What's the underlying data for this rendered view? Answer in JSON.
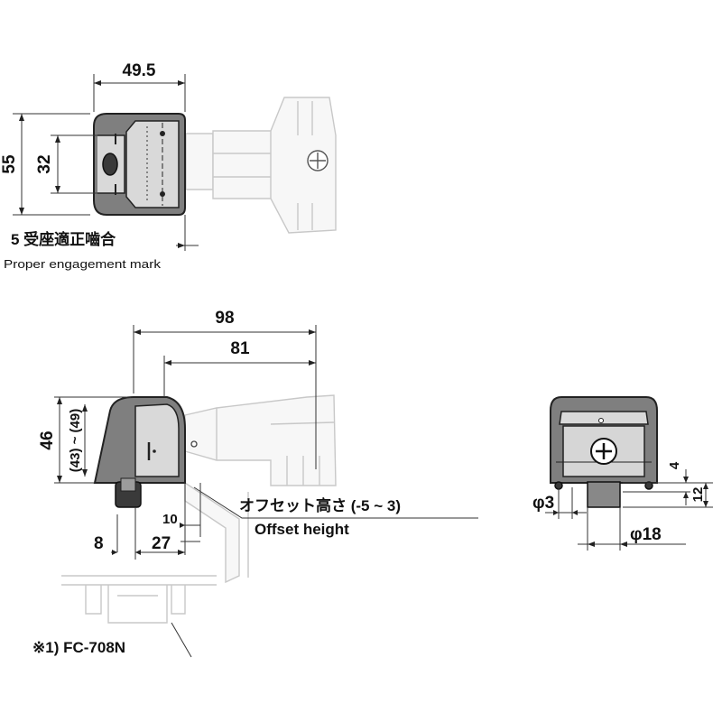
{
  "top_view": {
    "width_dim": "49.5",
    "height_dim": "55",
    "inner_height_dim": "32",
    "mark_label_jp": "5 受座適正嚙合",
    "mark_label_en": "Proper engagement mark"
  },
  "side_view": {
    "overall_length_dim": "98",
    "reach_dim": "81",
    "height_dim": "46",
    "height_range_dim": "(43) ~ (49)",
    "offset_label_jp": "オフセット高さ (-5 ~ 3)",
    "offset_label_en": "Offset height",
    "dim_10": "10",
    "dim_8": "8",
    "dim_27": "27",
    "note_label": "※1) FC-708N"
  },
  "end_view": {
    "dim_4": "4",
    "dim_12": "12",
    "dim_phi3": "φ3",
    "dim_phi18": "φ18"
  }
}
